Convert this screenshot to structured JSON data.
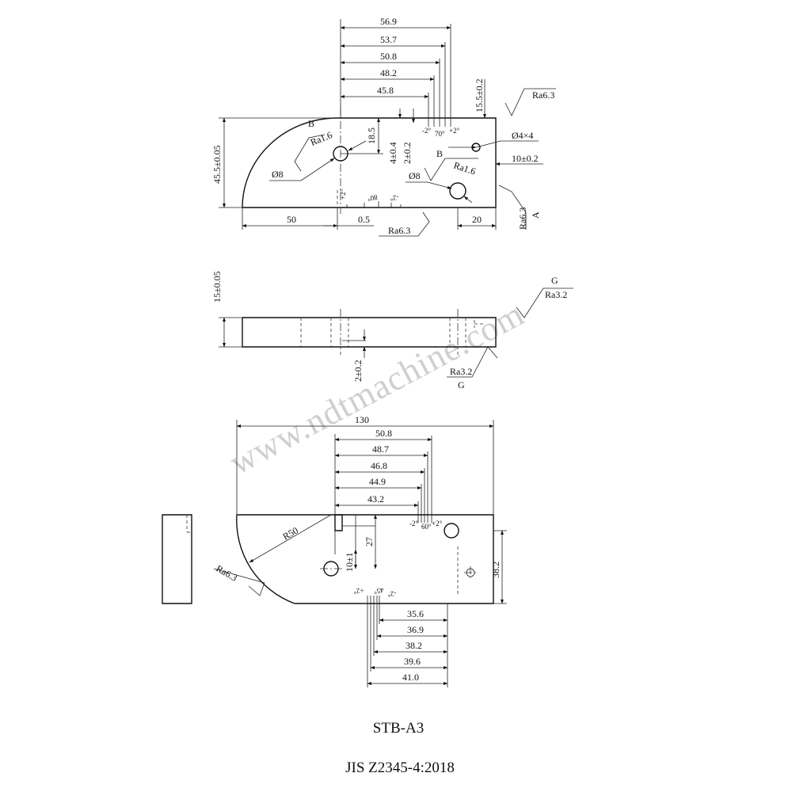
{
  "title": {
    "model": "STB-A3",
    "standard": "JIS Z2345-4:2018"
  },
  "watermark": "www.ndtmachine.com",
  "front_view": {
    "dims_top": [
      "56.9",
      "53.7",
      "50.8",
      "48.2",
      "45.8"
    ],
    "dim_height": "45.5±0.05",
    "dim_right_top": "15.5±0.2",
    "dim_18_5": "18.5",
    "dim_4": "4±0.4",
    "dim_2": "2±0.2",
    "dim_10": "10±0.2",
    "hole_small": "Ø4×4",
    "hole_left": "Ø8",
    "hole_right": "Ø8",
    "roughness_a": "Ra6.3",
    "roughness_b": "Ra6.3",
    "roughness_c": "Ra6.3",
    "roughness_fine_1": "Ra1.6",
    "roughness_fine_2": "Ra1.6",
    "label_b1": "B",
    "label_b2": "B",
    "label_a": "A",
    "angle_minus": "-2°",
    "angle_70": "70°",
    "angle_plus": "+2°",
    "angle_80": "80°",
    "angle_plus_b": "+2°",
    "angle_minus_b": "-2°",
    "dim_50": "50",
    "dim_0_5": "0.5",
    "dim_20": "20"
  },
  "side_view": {
    "dim_thickness": "15±0.05",
    "dim_2": "2±0.2",
    "roughness_top": "Ra3.2",
    "roughness_bottom": "Ra3.2",
    "label_g_top": "G",
    "label_g_bottom": "G"
  },
  "bottom_view": {
    "dim_130": "130",
    "dims_top": [
      "50.8",
      "48.7",
      "46.8",
      "44.9",
      "43.2"
    ],
    "dims_bottom": [
      "35.6",
      "36.9",
      "38.2",
      "39.6",
      "41.0"
    ],
    "radius": "R50",
    "dim_27": "27",
    "dim_10": "10±1",
    "dim_38_2": "38.2",
    "roughness": "Ra6.3",
    "angle_minus": "-2°",
    "angle_60": "60°",
    "angle_plus": "+2°",
    "angle_45_plus": "+2°",
    "angle_45": "45°",
    "angle_45_minus": "-2°"
  }
}
